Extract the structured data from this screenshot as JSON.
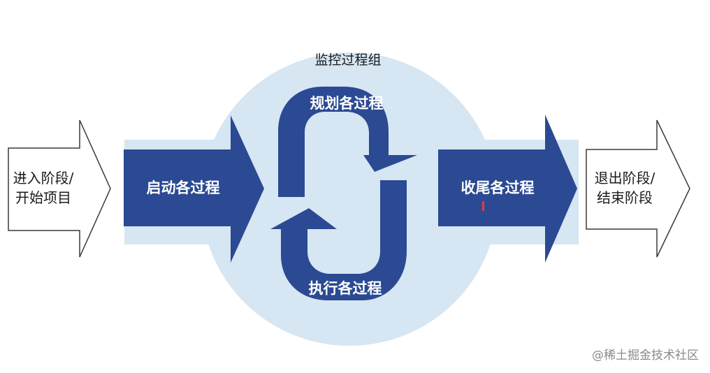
{
  "diagram": {
    "group_label": "监控过程组",
    "nodes": {
      "enter": {
        "line1": "进入阶段/",
        "line2": "开始项目"
      },
      "initiating": "启动各过程",
      "planning": "规划各过程",
      "executing": "执行各过程",
      "closing": "收尾各过程",
      "exit": {
        "line1": "退出阶段/",
        "line2": "结束阶段"
      }
    }
  },
  "watermark": "@稀土掘金技术社区",
  "colors": {
    "arrow_fill": "#2b4a93",
    "cloud_fill": "#d6e6f2",
    "outline_stroke": "#3a3a3a",
    "cursor_mark": "#e23a3a"
  }
}
